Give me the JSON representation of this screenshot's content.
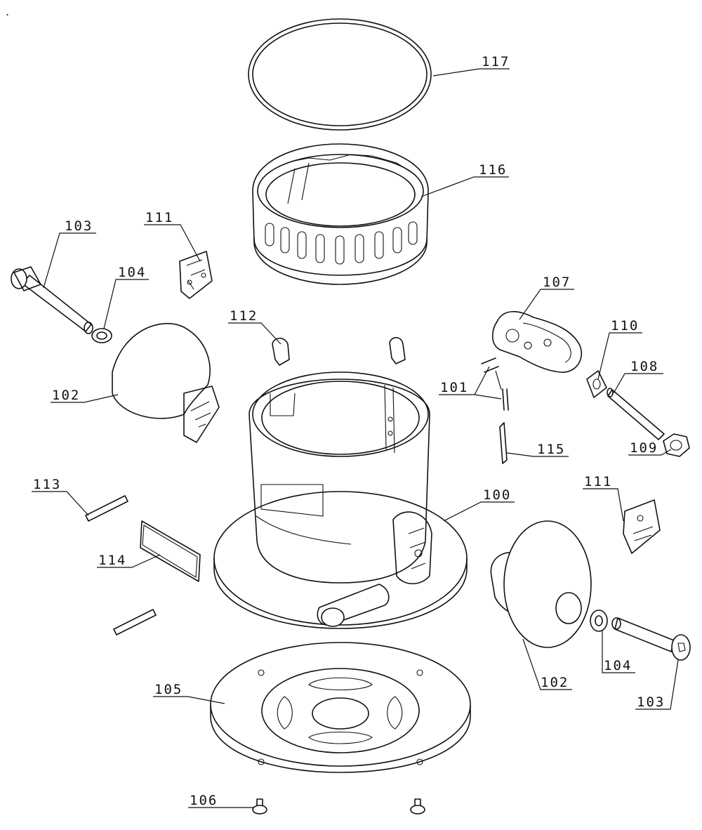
{
  "corner_mark": ".",
  "labels": {
    "l117": "117",
    "l116": "116",
    "l111a": "111",
    "l103a": "103",
    "l104a": "104",
    "l107": "107",
    "l112": "112",
    "l110": "110",
    "l108": "108",
    "l102a": "102",
    "l101": "101",
    "l115": "115",
    "l109": "109",
    "l113": "113",
    "l111b": "111",
    "l100": "100",
    "l114": "114",
    "l104b": "104",
    "l102b": "102",
    "l105": "105",
    "l103b": "103",
    "l106": "106"
  }
}
